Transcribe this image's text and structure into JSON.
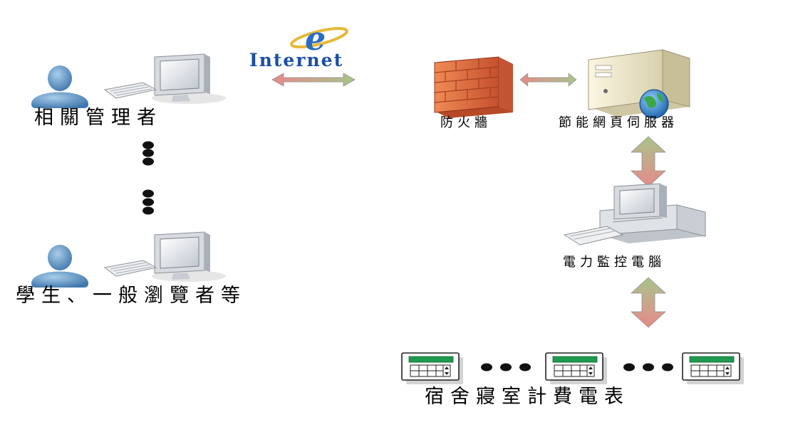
{
  "labels": {
    "admin": "相關管理者",
    "student": "學生、一般瀏覽者等",
    "internet": "Internet",
    "firewall": "防火牆",
    "server": "節能網頁伺服器",
    "monitor": "電力監控電腦",
    "meters": "宿舍寢室計費電表"
  },
  "icons": {
    "user": "user-icon",
    "computer": "desktop-computer-icon",
    "internet": "internet-explorer-icon",
    "firewall": "firewall-brick-wall-icon",
    "server": "server-tower-icon",
    "meter": "electric-meter-icon",
    "arrow": "bidirectional-arrow-icon"
  },
  "colors": {
    "person": "#5b95c8",
    "brick": "#d8643c",
    "server_case": "#f0ead2",
    "arrow_red": "#e78a8a",
    "arrow_green": "#a8c48a",
    "meter_bar": "#1f9a4e",
    "internet_text": "#1a4fa6"
  }
}
